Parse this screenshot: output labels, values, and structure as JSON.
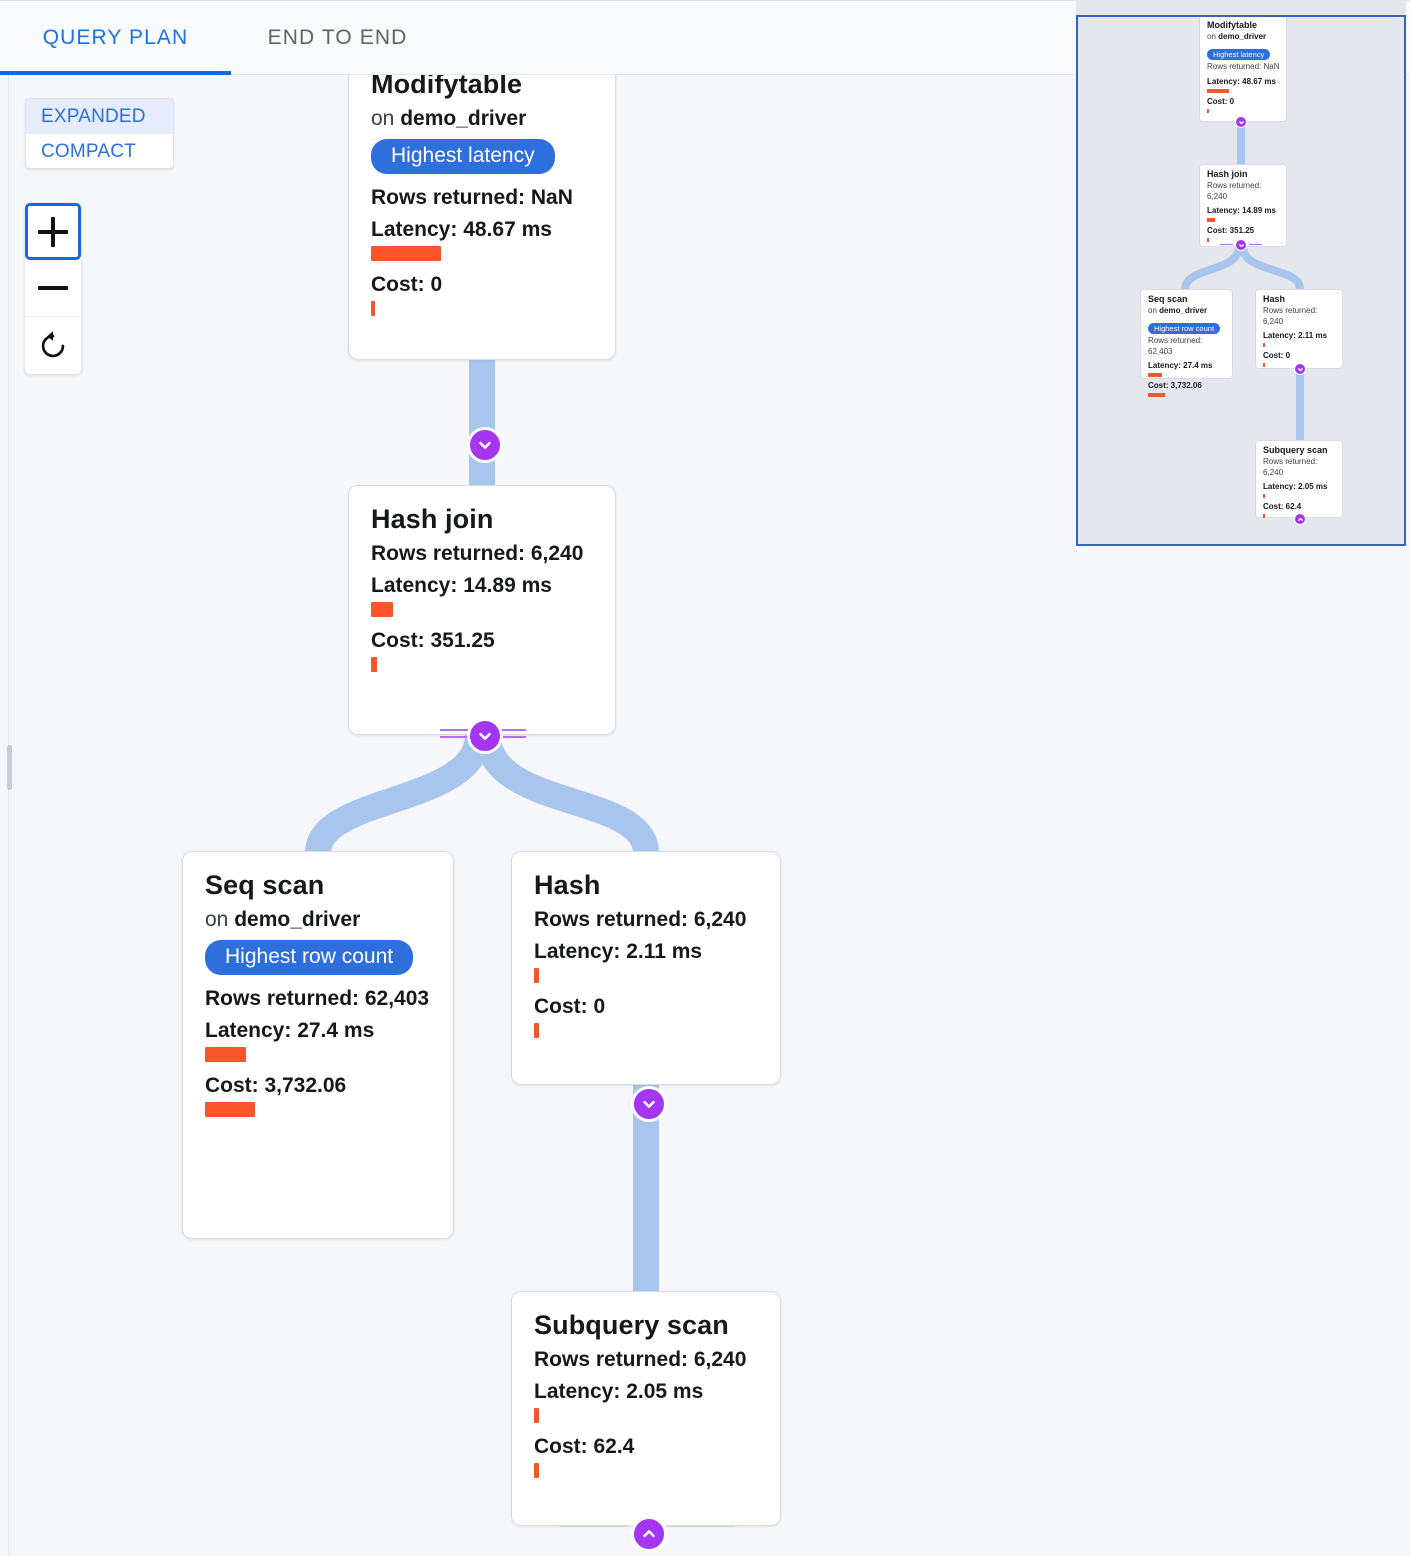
{
  "tabs": [
    {
      "id": "query-plan",
      "label": "QUERY PLAN",
      "active": true
    },
    {
      "id": "end-to-end",
      "label": "END TO END",
      "active": false
    }
  ],
  "view_mode": {
    "options": [
      "EXPANDED",
      "COMPACT"
    ],
    "selected": "EXPANDED",
    "expanded_label": "EXPANDED",
    "compact_label": "COMPACT"
  },
  "zoom_controls": {
    "zoom_in_label": "+",
    "zoom_out_label": "−",
    "reset_label": "reset-view"
  },
  "plan": {
    "nodes": [
      {
        "id": "modifytable",
        "title": "Modifytable",
        "on_prefix": "on ",
        "relation": "demo_driver",
        "badge": "Highest latency",
        "rows_label": "Rows returned: NaN",
        "latency_label": "Latency: 48.67 ms",
        "latency_bar_width": 70,
        "cost_label": "Cost: 0",
        "cost_bar_width": 4,
        "toggle": "chevron-down"
      },
      {
        "id": "hash-join",
        "title": "Hash join",
        "rows_label": "Rows returned: 6,240",
        "latency_label": "Latency: 14.89 ms",
        "latency_bar_width": 22,
        "cost_label": "Cost: 351.25",
        "cost_bar_width": 6,
        "toggle": "chevron-down"
      },
      {
        "id": "seq-scan",
        "title": "Seq scan",
        "on_prefix": "on ",
        "relation": "demo_driver",
        "badge": "Highest row count",
        "rows_label": "Rows returned: 62,403",
        "latency_label": "Latency: 27.4 ms",
        "latency_bar_width": 41,
        "cost_label": "Cost: 3,732.06",
        "cost_bar_width": 50,
        "toggle": "none"
      },
      {
        "id": "hash",
        "title": "Hash",
        "rows_label": "Rows returned: 6,240",
        "latency_label": "Latency: 2.11 ms",
        "latency_bar_width": 5,
        "cost_label": "Cost: 0",
        "cost_bar_width": 4,
        "toggle": "chevron-down"
      },
      {
        "id": "subquery-scan",
        "title": "Subquery scan",
        "rows_label": "Rows returned: 6,240",
        "latency_label": "Latency: 2.05 ms",
        "latency_bar_width": 5,
        "cost_label": "Cost: 62.4",
        "cost_bar_width": 4,
        "toggle": "chevron-up"
      }
    ],
    "edges": [
      {
        "from": "modifytable",
        "to": "hash-join"
      },
      {
        "from": "hash-join",
        "to": "seq-scan"
      },
      {
        "from": "hash-join",
        "to": "hash"
      },
      {
        "from": "hash",
        "to": "subquery-scan"
      }
    ]
  },
  "minimap": {
    "nodes": [
      {
        "id": "mm-modifytable",
        "title": "Modifytable",
        "on_prefix": "on ",
        "relation": "demo_driver",
        "badge": "Highest latency",
        "rows_label": "Rows returned: NaN",
        "latency_label": "Latency: 48.67 ms",
        "latency_bar_width": 22,
        "cost_label": "Cost: 0",
        "cost_bar_width": 2
      },
      {
        "id": "mm-hash-join",
        "title": "Hash join",
        "rows_label": "Rows returned: 6,240",
        "latency_label": "Latency: 14.89 ms",
        "latency_bar_width": 8,
        "cost_label": "Cost: 351.25",
        "cost_bar_width": 2
      },
      {
        "id": "mm-seq-scan",
        "title": "Seq scan",
        "on_prefix": "on ",
        "relation": "demo_driver",
        "badge": "Highest row count",
        "rows_label": "Rows returned: 62,403",
        "latency_label": "Latency: 27.4 ms",
        "latency_bar_width": 14,
        "cost_label": "Cost: 3,732.06",
        "cost_bar_width": 17
      },
      {
        "id": "mm-hash",
        "title": "Hash",
        "rows_label": "Rows returned: 6,240",
        "latency_label": "Latency: 2.11 ms",
        "latency_bar_width": 2,
        "cost_label": "Cost: 0",
        "cost_bar_width": 2
      },
      {
        "id": "mm-subquery-scan",
        "title": "Subquery scan",
        "rows_label": "Rows returned: 6,240",
        "latency_label": "Latency: 2.05 ms",
        "latency_bar_width": 2,
        "cost_label": "Cost: 62.4",
        "cost_bar_width": 2
      }
    ]
  },
  "colors": {
    "accent_blue": "#1a66e0",
    "badge_blue": "#2f6fdd",
    "bar_orange": "#f9542a",
    "edge_blue": "#a8c5ee",
    "toggle_purple": "#a435f0",
    "canvas_bg": "#f5f7fa",
    "minimap_bg": "#e4e8ee",
    "minimap_border": "#3a63c0"
  }
}
